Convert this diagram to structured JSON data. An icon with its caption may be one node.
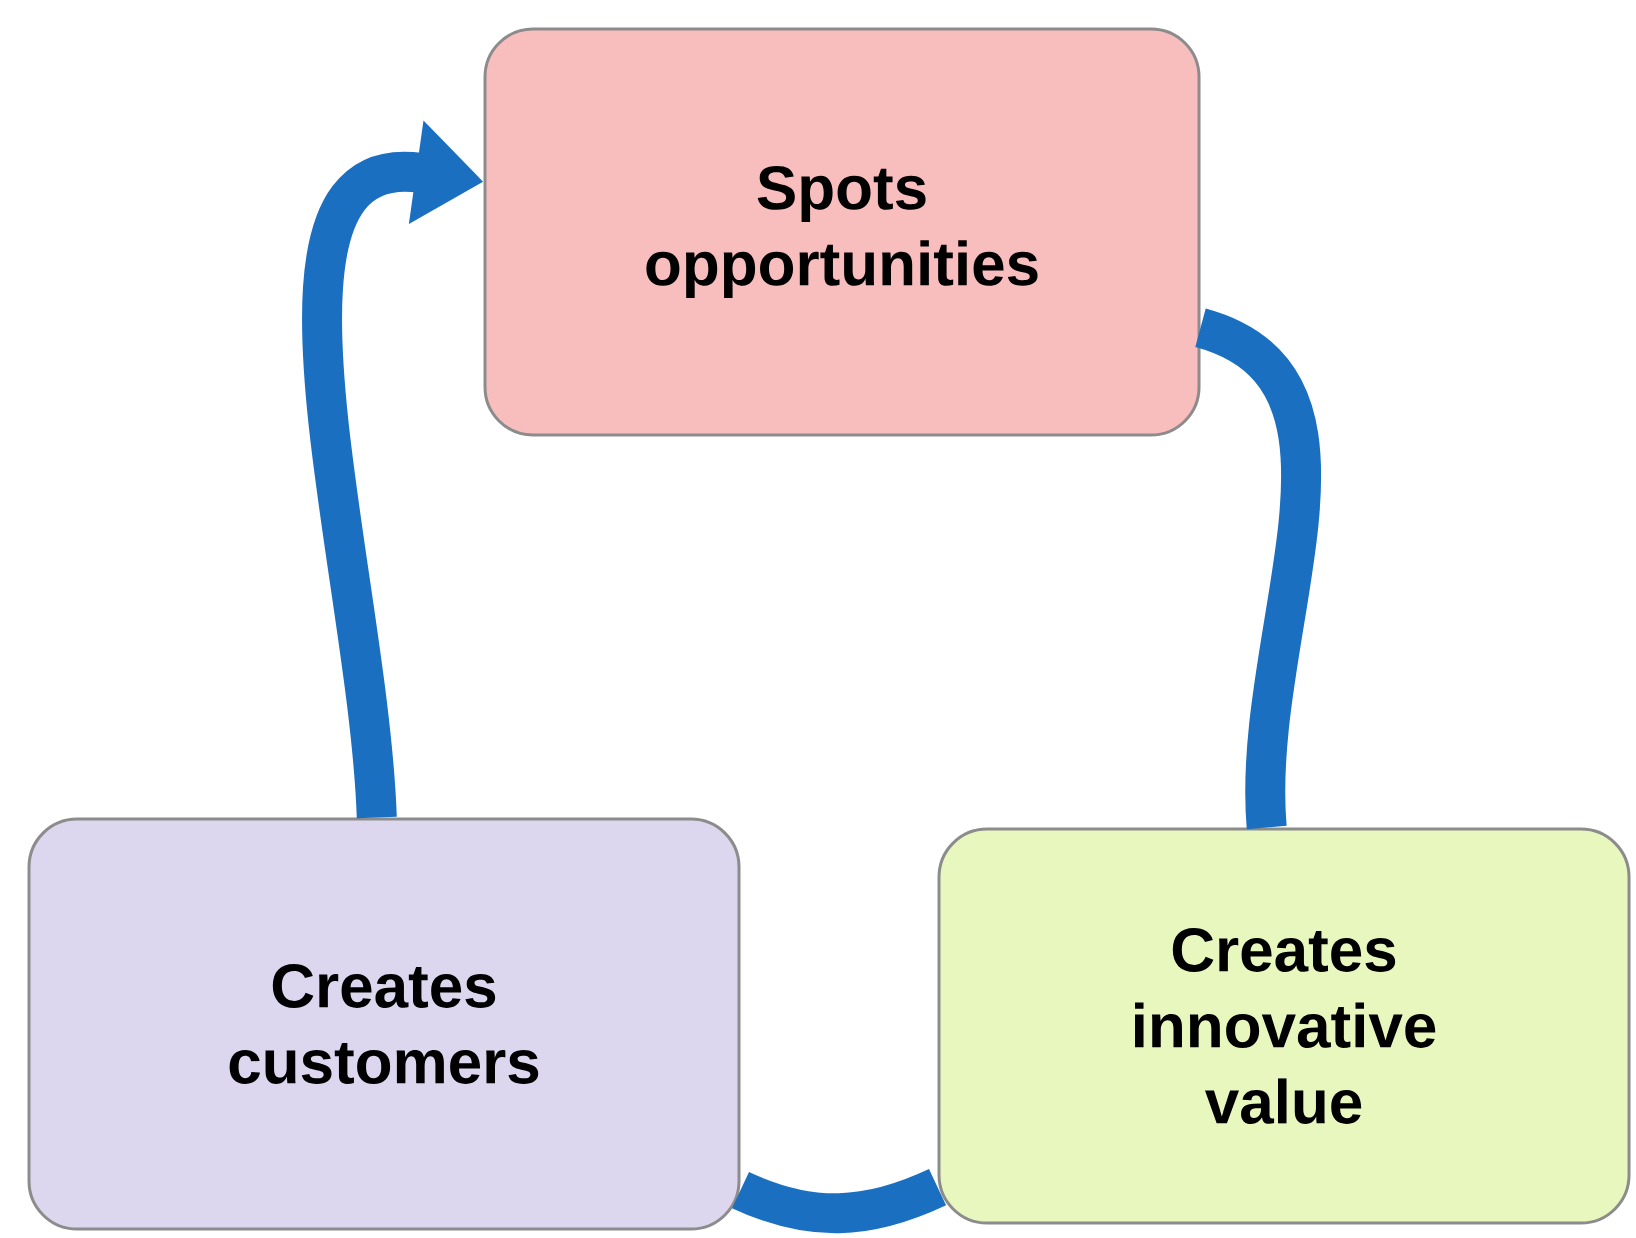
{
  "diagram": {
    "nodes": [
      {
        "text": [
          "Spots opportunities"
        ]
      },
      {
        "text": [
          "Creates innovative value"
        ]
      },
      {
        "text": [
          "Creates customers"
        ]
      }
    ],
    "edges": [
      {
        "from": 0,
        "to": 1,
        "arrow": "none"
      },
      {
        "from": 1,
        "to": 2,
        "arrow": "none"
      },
      {
        "from": 2,
        "to": 0,
        "arrow": "to"
      }
    ]
  }
}
